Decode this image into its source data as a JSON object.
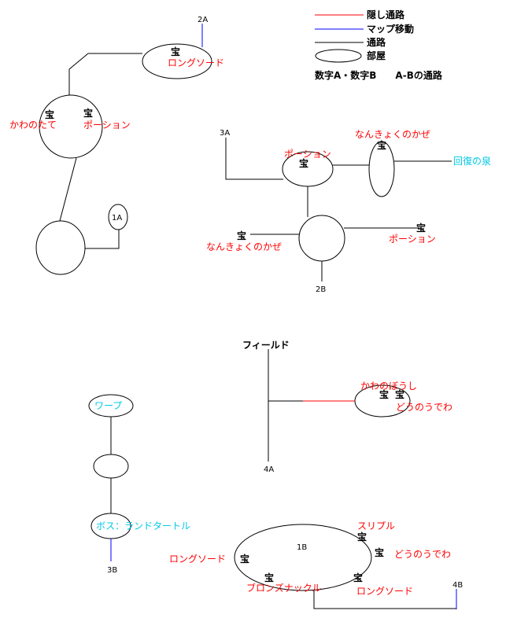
{
  "colors": {
    "hidden": "#ff0000",
    "mapmove": "#0000ff",
    "path": "#000000",
    "item": "#ff0000",
    "special": "#00c8e6",
    "ink": "#000000"
  },
  "legend": {
    "hidden_path": "隠し通路",
    "map_move": "マップ移動",
    "path": "通路",
    "room": "部屋",
    "notation": "数字A・数字B　　A-Bの通路"
  },
  "treasure_glyph": "宝",
  "markers": {
    "m2a": "2A",
    "m1a": "1A",
    "m3a": "3A",
    "m2b": "2B",
    "m3b": "3B",
    "m4a": "4A",
    "m1b": "1B",
    "m4b": "4B",
    "field": "フィールド"
  },
  "items": {
    "longsword_top": "ロングソード",
    "kawanotate": "かわのたて",
    "potion_left": "ポーション",
    "potion_mid": "ポーション",
    "nankyoku_top": "なんきょくのかぜ",
    "potion_right": "ポーション",
    "nankyoku_low": "なんきょくのかぜ",
    "kawanoboushi": "かわのぼうし",
    "dounoudewa_field": "どうのうでわ",
    "suripuru": "スリプル",
    "longsword_1b": "ロングソード",
    "dounoudewa_1b": "どうのうでわ",
    "bronze_knuckle": "ブロンズナックル",
    "longsword_1b_low": "ロングソード"
  },
  "specials": {
    "spring": "回復の泉",
    "warp": "ワープ",
    "boss": "ボス：ランドタートル"
  }
}
